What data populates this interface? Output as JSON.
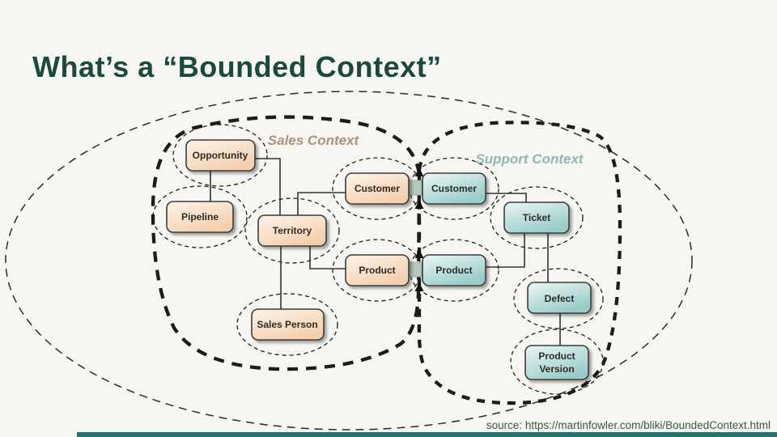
{
  "slide": {
    "title": "What’s a “Bounded Context”",
    "source_note": "source: https://martinfowler.com/bliki/BoundedContext.html"
  },
  "diagram": {
    "sales_context": {
      "label": "Sales Context",
      "label_color": "#ab927f"
    },
    "support_context": {
      "label": "Support Context",
      "label_color": "#91b6b4"
    },
    "nodes": {
      "opportunity": {
        "label": "Opportunity",
        "context": "sales"
      },
      "pipeline": {
        "label": "Pipeline",
        "context": "sales"
      },
      "territory": {
        "label": "Territory",
        "context": "sales"
      },
      "customer_sales": {
        "label": "Customer",
        "context": "sales"
      },
      "product_sales": {
        "label": "Product",
        "context": "sales"
      },
      "sales_person": {
        "label": "Sales Person",
        "context": "sales"
      },
      "customer_support": {
        "label": "Customer",
        "context": "support"
      },
      "ticket": {
        "label": "Ticket",
        "context": "support"
      },
      "product_support": {
        "label": "Product",
        "context": "support"
      },
      "defect": {
        "label": "Defect",
        "context": "support"
      },
      "product_version": {
        "line1": "Product",
        "line2": "Version",
        "context": "support"
      }
    },
    "edges": [
      {
        "from": "Opportunity",
        "to": "Pipeline"
      },
      {
        "from": "Opportunity",
        "to": "Territory"
      },
      {
        "from": "Territory",
        "to": "Customer (Sales)"
      },
      {
        "from": "Territory",
        "to": "Product (Sales)"
      },
      {
        "from": "Territory",
        "to": "Sales Person"
      },
      {
        "from": "Customer (Sales)",
        "to": "Customer (Support)"
      },
      {
        "from": "Product (Sales)",
        "to": "Product (Support)"
      },
      {
        "from": "Customer (Support)",
        "to": "Ticket"
      },
      {
        "from": "Product (Support)",
        "to": "Ticket"
      },
      {
        "from": "Ticket",
        "to": "Defect"
      },
      {
        "from": "Defect",
        "to": "Product Version"
      }
    ],
    "colors": {
      "background": "#f7f6f2",
      "title_text": "#1a4a3e",
      "sales_box_light": "#fdf4e9",
      "sales_box_dark": "#f5cfae",
      "support_box_light": "#ecf7f5",
      "support_box_dark": "#97ccc8",
      "box_border": "#3b3b3b",
      "boundary_dash": "#1c1c1c",
      "connector_fill": "#b5c8bc",
      "accent_bar": "#26716a",
      "source_text": "#3a554f"
    }
  }
}
